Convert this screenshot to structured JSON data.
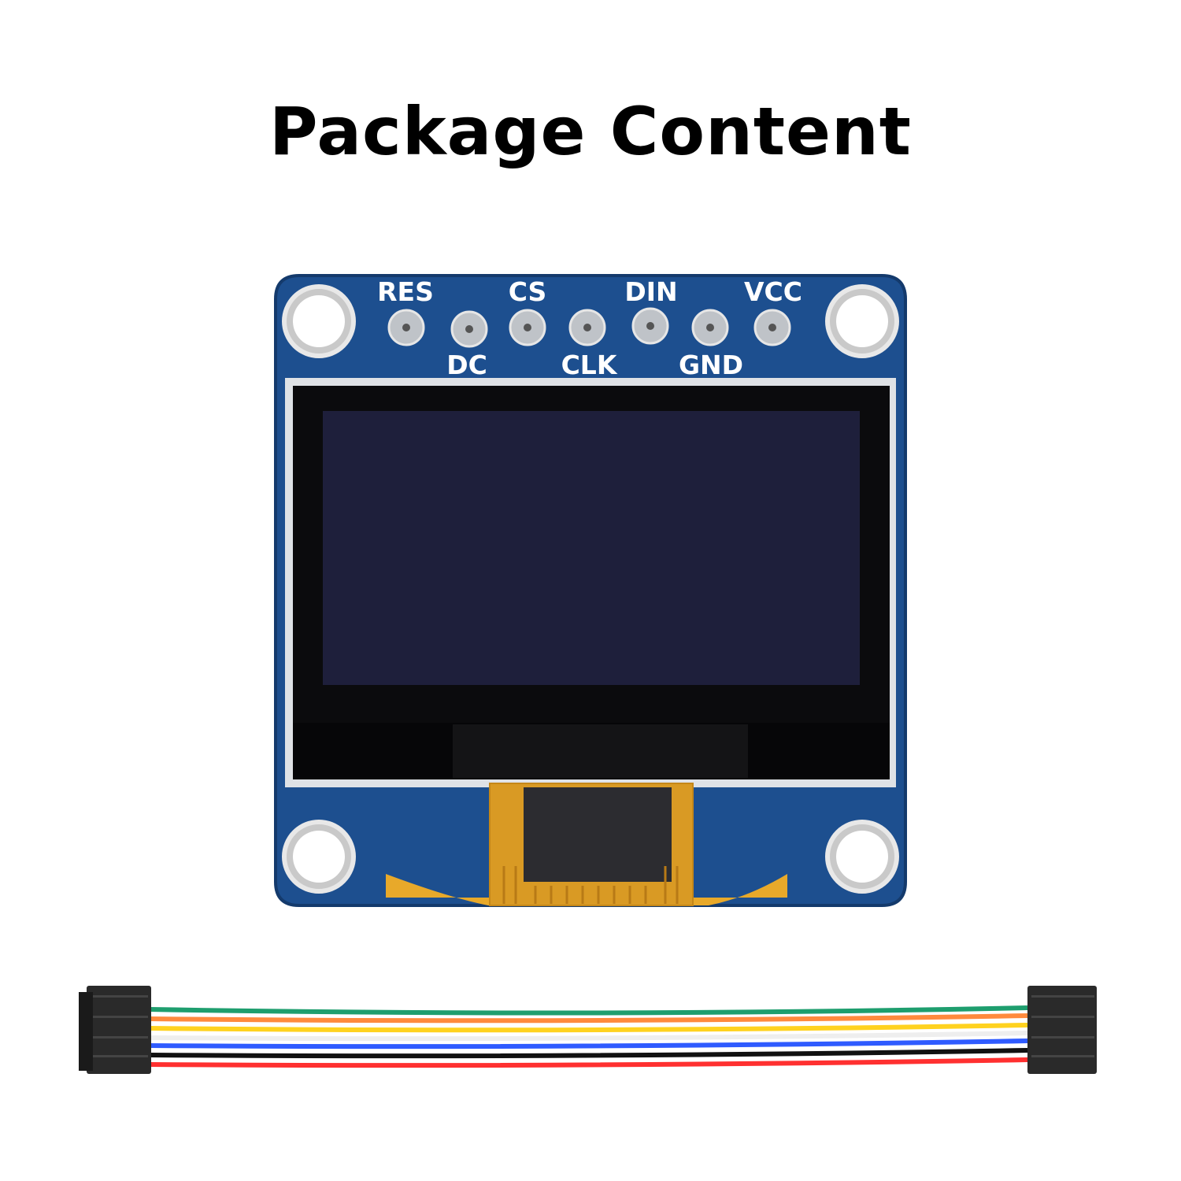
{
  "title": "Package Content",
  "module": {
    "pins_top": [
      "RES",
      "CS",
      "DIN",
      "VCC"
    ],
    "pins_bottom": [
      "DC",
      "CLK",
      "GND"
    ],
    "colors": {
      "pcb": "#1d4f8f",
      "pcb_edge": "#143a6c",
      "screen": "#1e1f3b",
      "bezel": "#0b0b0d",
      "flex": "#e8a92a"
    }
  },
  "cable": {
    "wire_colors": [
      "#ffffff",
      "#1e9e6e",
      "#ff8a3d",
      "#ffd21f",
      "#ffffff",
      "#2f5bff",
      "#111111",
      "#ff3030"
    ],
    "housing_color": "#2a2a2a"
  }
}
